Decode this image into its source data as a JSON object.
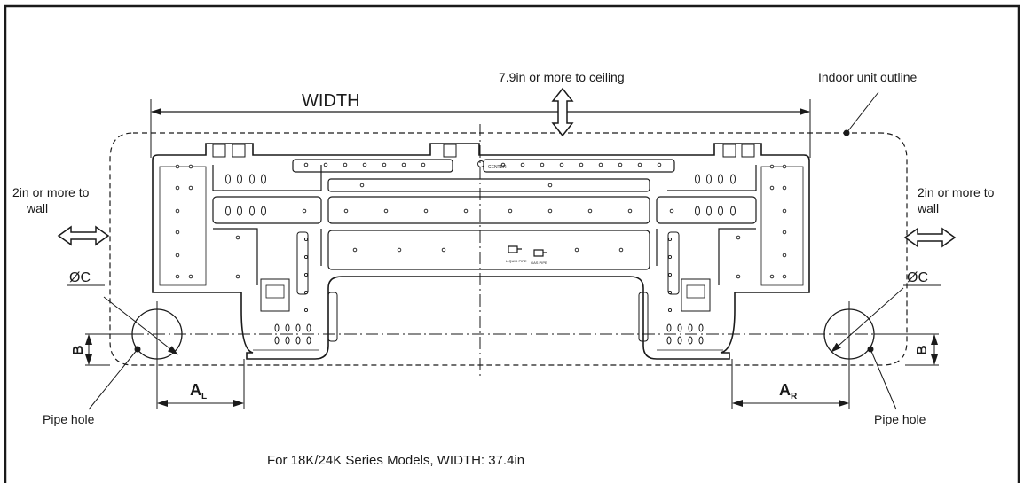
{
  "labels": {
    "ceiling_clearance": "7.9in or more to ceiling",
    "width": "WIDTH",
    "indoor_unit_outline": "Indoor unit outline",
    "left_wall_line1": "2in or more to",
    "left_wall_line2": "wall",
    "right_wall_line1": "2in or more to",
    "right_wall_line2": "wall",
    "pipe_diameter_left": "ØC",
    "pipe_diameter_right": "ØC",
    "b_left": "B",
    "b_right": "B",
    "a_left": "A",
    "a_left_sub": "L",
    "a_right": "A",
    "a_right_sub": "R",
    "pipe_hole_left": "Pipe hole",
    "pipe_hole_right": "Pipe hole",
    "footnote": "For 18K/24K Series Models, WIDTH: 37.4in",
    "plate_center": "CENTER",
    "liquid_pipe": "LIQUID PIPE",
    "gas_pipe": "GAS PIPE"
  },
  "colors": {
    "line": "#1a1a1a",
    "background": "#ffffff"
  }
}
